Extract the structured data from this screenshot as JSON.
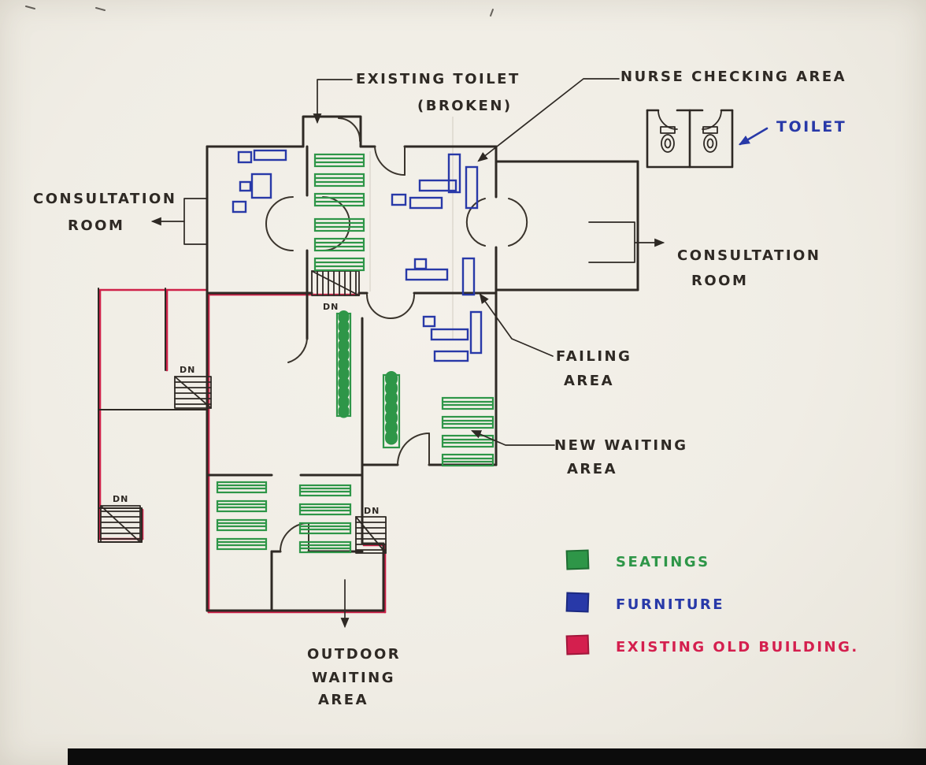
{
  "labels": {
    "existing_toilet_line1": "EXISTING TOILET",
    "existing_toilet_line2": "(BROKEN)",
    "nurse_checking_area": "NURSE CHECKING AREA",
    "toilet": "TOILET",
    "consultation_left_line1": "CONSULTATION",
    "consultation_left_line2": "ROOM",
    "consultation_right_line1": "CONSULTATION",
    "consultation_right_line2": "ROOM",
    "failing_line1": "FAILING",
    "failing_line2": "AREA",
    "new_waiting_line1": "NEW WAITING",
    "new_waiting_line2": "AREA",
    "outdoor_line1": "OUTDOOR",
    "outdoor_line2": "WAITING",
    "outdoor_line3": "AREA",
    "dn": "DN"
  },
  "legend": {
    "items": [
      {
        "name": "seatings",
        "label": "SEATINGS",
        "color": "#2e9648"
      },
      {
        "name": "furniture",
        "label": "FURNITURE",
        "color": "#2839a8"
      },
      {
        "name": "existing-old-building",
        "label": "EXISTING OLD BUILDING.",
        "color": "#d41f4e"
      }
    ]
  },
  "colors": {
    "paper": "#f1eee7",
    "ink": "#2e2924",
    "seating_green": "#2e9648",
    "furniture_blue": "#2839a8",
    "old_building_red": "#d41f4e"
  }
}
